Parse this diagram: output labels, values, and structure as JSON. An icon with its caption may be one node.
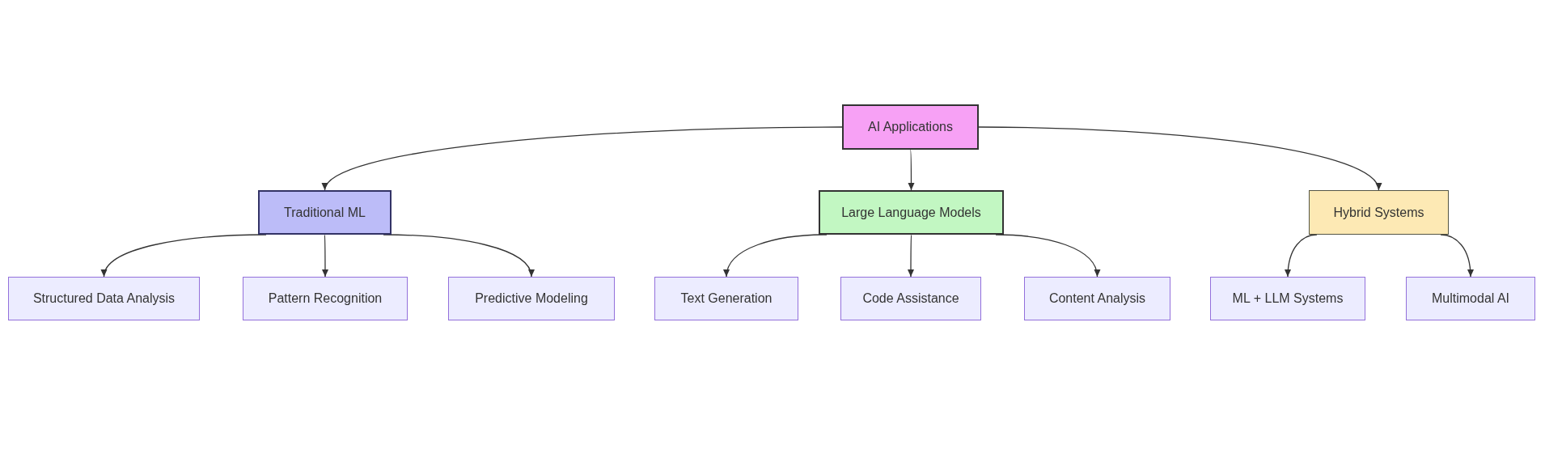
{
  "diagram": {
    "nodes": [
      {
        "text": [
          "AI Applications"
        ]
      },
      {
        "text": [
          "Traditional ML"
        ]
      },
      {
        "text": [
          "Large Language Models"
        ]
      },
      {
        "text": [
          "Hybrid Systems"
        ]
      },
      {
        "text": [
          "Structured Data Analysis"
        ]
      },
      {
        "text": [
          "Pattern Recognition"
        ]
      },
      {
        "text": [
          "Predictive Modeling"
        ]
      },
      {
        "text": [
          "Text Generation"
        ]
      },
      {
        "text": [
          "Code Assistance"
        ]
      },
      {
        "text": [
          "Content Analysis"
        ]
      },
      {
        "text": [
          "ML + LLM Systems"
        ]
      },
      {
        "text": [
          "Multimodal AI"
        ]
      }
    ],
    "edges": [
      {
        "from": 0,
        "to": 1,
        "arrow": "to"
      },
      {
        "from": 0,
        "to": 2,
        "arrow": "to"
      },
      {
        "from": 0,
        "to": 3,
        "arrow": "to"
      },
      {
        "from": 1,
        "to": 4,
        "arrow": "to"
      },
      {
        "from": 1,
        "to": 5,
        "arrow": "to"
      },
      {
        "from": 1,
        "to": 6,
        "arrow": "to"
      },
      {
        "from": 2,
        "to": 7,
        "arrow": "to"
      },
      {
        "from": 2,
        "to": 8,
        "arrow": "to"
      },
      {
        "from": 2,
        "to": 9,
        "arrow": "to"
      },
      {
        "from": 3,
        "to": 10,
        "arrow": "to"
      },
      {
        "from": 3,
        "to": 11,
        "arrow": "to"
      }
    ]
  }
}
